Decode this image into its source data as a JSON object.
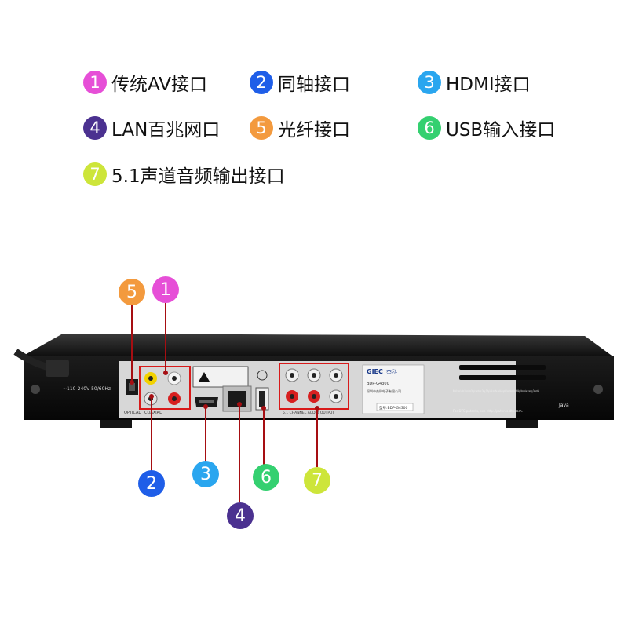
{
  "legend": [
    {
      "num": "1",
      "label": "传统AV接口",
      "color": "#e64fd7"
    },
    {
      "num": "2",
      "label": "同轴接口",
      "color": "#1f5ee8"
    },
    {
      "num": "3",
      "label": "HDMI接口",
      "color": "#2aa6ef"
    },
    {
      "num": "4",
      "label": "LAN百兆网口",
      "color": "#4b3190"
    },
    {
      "num": "5",
      "label": "光纤接口",
      "color": "#f39a3e"
    },
    {
      "num": "6",
      "label": "USB输入接口",
      "color": "#34d070"
    },
    {
      "num": "7",
      "label": "5.1声道音频输出接口",
      "color": "#cde53a"
    }
  ],
  "device": {
    "voltage": "~110-240V 50/60Hz",
    "brand": "GIEC",
    "brand_cn": "杰科",
    "model": "BDP-G4300",
    "company": "深圳市杰科电子有限公司",
    "optical_label": "OPTICAL",
    "coaxial_label": "COAXIAL",
    "surround_label": "5.1 CHANNEL AUDIO OUTPUT",
    "license_text": "Manufactured under license from Dolby Laboratories. Dolby, Dolby Audio and the double-D symbol are trademarks of Dolby Laboratories Licensing Corporation",
    "dts_text": "For DTS patents, see http://patents.dts.com.",
    "java_label": "Java",
    "serial_box": "型号:BDP-G4300"
  }
}
